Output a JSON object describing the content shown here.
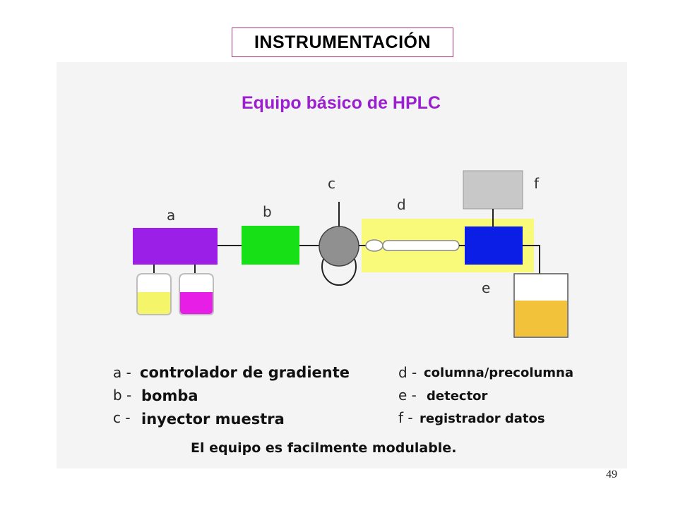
{
  "slide_title": "INSTRUMENTACIÓN",
  "diagram": {
    "title": "Equipo básico de HPLC",
    "component_labels": {
      "a": "a",
      "b": "b",
      "c": "c",
      "d": "d",
      "e": "e",
      "f": "f"
    },
    "colors": {
      "gradient_controller": "#9b1fe6",
      "pump": "#17e017",
      "injector": "#909090",
      "column_zone": "#fafa7a",
      "detector": "#0a1ee6",
      "recorder": "#c8c8c8",
      "reservoir_1": "#f5f56a",
      "reservoir_2": "#e61ee6",
      "waste": "#f2c23a"
    }
  },
  "legend": {
    "left": [
      {
        "letter": "a -",
        "text": "controlador de gradiente"
      },
      {
        "letter": "b -",
        "text": "bomba"
      },
      {
        "letter": "c -",
        "text": "inyector muestra"
      }
    ],
    "right": [
      {
        "letter": "d -",
        "text": "columna/precolumna"
      },
      {
        "letter": "e -",
        "text": "detector"
      },
      {
        "letter": "f -",
        "text": "registrador  datos"
      }
    ]
  },
  "footnote": "El equipo es facilmente modulable.",
  "page_number": "49"
}
